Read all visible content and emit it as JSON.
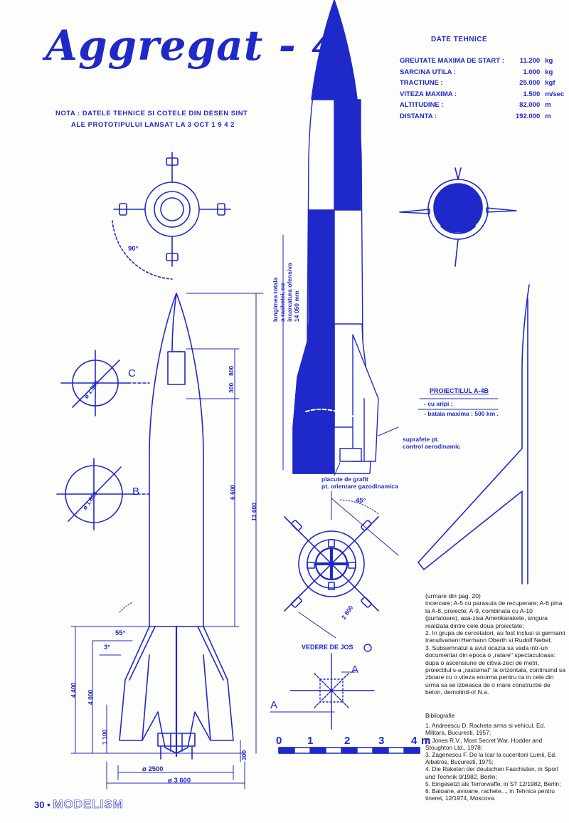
{
  "title": "Aggregat - 4",
  "nota": {
    "line1": "NOTA : DATELE TEHNICE SI COTELE DIN DESEN SINT",
    "line2": "ALE PROTOTIPULUI LANSAT LA 3 OCT 1 9 4 2"
  },
  "specs": {
    "heading": "DATE TEHNICE",
    "rows": [
      {
        "label": "GREUTATE MAXIMA DE START :",
        "value": "11.200",
        "unit": "kg"
      },
      {
        "label": "SARCINA UTILA :",
        "value": "1.000",
        "unit": "kg"
      },
      {
        "label": "TRACTIUNE :",
        "value": "25.000",
        "unit": "kgf"
      },
      {
        "label": "VITEZA MAXIMA :",
        "value": "1.500",
        "unit": "m/sec"
      },
      {
        "label": "ALTITUDINE :",
        "value": "82.000",
        "unit": "m"
      },
      {
        "label": "DISTANTA :",
        "value": "192.000",
        "unit": "m"
      }
    ]
  },
  "drawing": {
    "angle_top": "90°",
    "section_c": "C",
    "section_b": "B",
    "diam_c": "ø 1.300",
    "diam_b": "ø 1.650",
    "dim_800": "800",
    "dim_300": "300",
    "dim_6600": "6 600",
    "dim_13600": "13 600",
    "dim_4400": "4 400",
    "dim_4000": "4 000",
    "dim_1100": "1 100",
    "dim_300b": "300",
    "dim_2500": "ø 2500",
    "dim_3600": "ø 3 600",
    "angle_55": "55°",
    "angle_3": "3°",
    "angle_45": "45°",
    "dim_2800": "2 800",
    "vedere": "VEDERE DE JOS",
    "section_a": "A",
    "lungime": "lungimea totala",
    "lungime2": "a rachetei, cu",
    "lungime3": "incarcatura ofensiva",
    "lungime4": "14 050 mm",
    "suprafete": "suprafete pt.",
    "suprafete2": "control aerodinamic",
    "placute": "placute de grafit",
    "placute2": "pt. orientare gazodinamica",
    "proiectil_title": "PROIECTILUL A-4B",
    "proiectil_l1": "- cu aripi ;",
    "proiectil_l2": "- bataia maxima : 500 km ."
  },
  "scale": {
    "labels": [
      "0",
      "1",
      "2",
      "3",
      "4"
    ],
    "unit": "m"
  },
  "article": {
    "continued": "(urmare din pag. 20)",
    "p1": "incercare; A-5 cu parasuta de recuperare; A-6 pina la A-8, proiecte; A-9, combinata cu A-10 (purtatoare), asa-zisa Amerikarakete, singura realizata dintre cele doua proiectate;",
    "p2": "2. In grupa de cercetatori, au fost inclusi si germanii transilvaneni Hermann Oberth si Rudolf Nebel;",
    "p3": "3. Subsemnatul a avut ocazia sa vada intr-un documentar din epoca o „ratare\" spectaculoasa: dupa o ascensiune de citiva-zeci de metri, proiectilul s-a „rasturnat\" la orizontala, continuind sa zboare cu o viteza enorma pentru ca in cele din urma sa se izbeasca de o mare constructie de beton, demolind-o! N.a.",
    "bib_title": "Bibliografie",
    "b1": "1. Andreescu D. Racheta arma si vehicul, Ed. Militara, Bucuresti, 1957;",
    "b2": "2. Jones R.V., Most Secret War, Hodder and Stoughton Ltd., 1978;",
    "b3": "3. Zagenescu F. De la Icar la cuceritorii Lumii, Ed. Albatros, Bucuresti, 1975;",
    "b4": "4. Die Raketen der deutschen Faschisten, in Sport und Technik 9/1982, Berlin;",
    "b5": "5. Eingesetzt als Terrorwaffe, in ST 12/1982, Berlin;",
    "b6": "6. Baloane, avioane, rachete..., in Tehnica pentru tineret, 12/1974, Moscova."
  },
  "footer": {
    "page": "30",
    "bullet": "•",
    "magazine": "MODELISM"
  },
  "colors": {
    "ink": "#1f28c8",
    "paper": "#fdfdfb",
    "text": "#1a1a1a"
  }
}
